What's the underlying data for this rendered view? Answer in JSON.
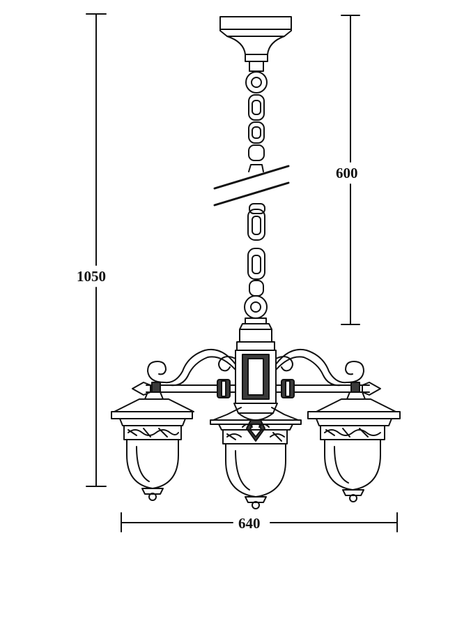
{
  "dimensions": {
    "total_height": "1050",
    "chain_length": "600",
    "width": "640"
  },
  "colors": {
    "line": "#111111",
    "fill_dark": "#3a3a3a",
    "fill_light": "#ffffff"
  }
}
